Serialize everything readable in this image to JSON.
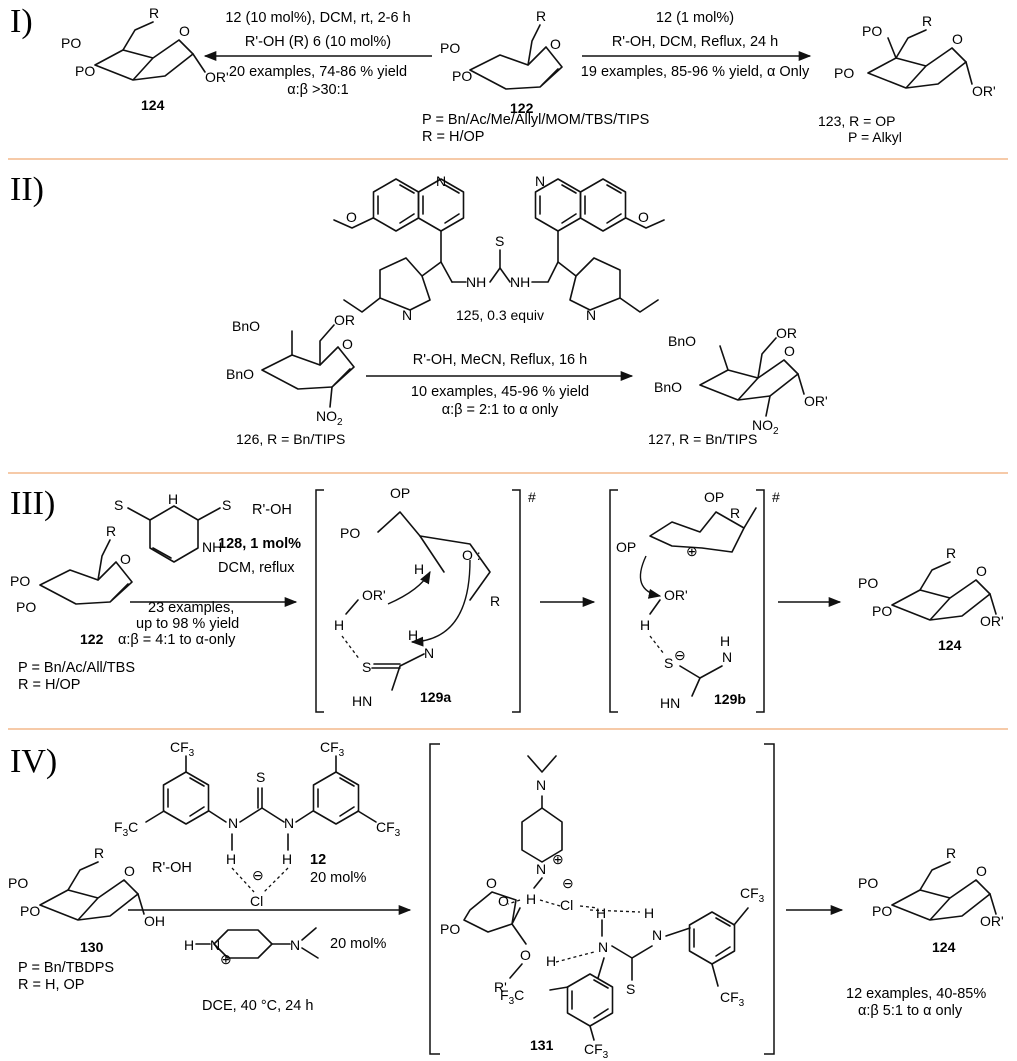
{
  "sections": {
    "s1": {
      "label": "I)",
      "left": {
        "line1": "12 (10 mol%), DCM, rt, 2-6 h",
        "line2": "R'-OH  (R) 6 (10 mol%)",
        "line3": "20 examples, 74-86 % yield",
        "line4": "α:β >30:1"
      },
      "right": {
        "line1": "12 (1 mol%)",
        "line2": "R'-OH, DCM, Reflux, 24 h",
        "line3": "19 examples, 85-96 % yield, α Only"
      },
      "glycal_id": "122",
      "glycal_note1": "P = Bn/Ac/Me/Allyl/MOM/TBS/TIPS",
      "glycal_note2": "R = H/OP",
      "product_left_id": "124",
      "product_right_id": "123, R = OP",
      "product_right_note": "P = Alkyl"
    },
    "s2": {
      "label": "II)",
      "catalyst": "125, 0.3 equiv",
      "cond1": "R'-OH, MeCN, Reflux, 16 h",
      "cond2": "10 examples, 45-96 % yield",
      "cond3": "α:β = 2:1 to α only",
      "start": "126, R = Bn/TIPS",
      "product": "127,  R = Bn/TIPS"
    },
    "s3": {
      "label": "III)",
      "r1": "R'-OH",
      "r2": "128, 1 mol%",
      "r3": "DCM, reflux",
      "r4": "23 examples,",
      "r5": "up to 98 % yield",
      "r6": "α:β = 4:1 to α-only",
      "glycal_id": "122",
      "note1": "P = Bn/Ac/All/TBS",
      "note2": "R = H/OP",
      "ts1": "129a",
      "ts2": "129b",
      "hash": "#",
      "product_id": "124"
    },
    "s4": {
      "label": "IV)",
      "reagent": "R'-OH",
      "cat_id": "12",
      "cat_load": "20 mol%",
      "dmap_load": "20 mol%",
      "cond": "DCE, 40 °C, 24 h",
      "start_id": "130",
      "note1": "P = Bn/TBDPS",
      "note2": "R = H, OP",
      "complex_id": "131",
      "product_id": "124",
      "res1": "12 examples, 40-85%",
      "res2": "α:β 5:1 to α only"
    }
  },
  "atoms": {
    "PO": "PO",
    "OP": "OP",
    "R": "R",
    "O": "O",
    "OR": "OR",
    "ORp": "OR'",
    "OH": "OH",
    "BnO": "BnO",
    "N": "N",
    "S": "S",
    "H": "H",
    "NH": "NH",
    "HN": "HN",
    "Cl": "Cl",
    "CF3": "CF3",
    "F3C": "F3C",
    "Rp": "R'",
    "NO2": "NO2",
    "minus": "⊖",
    "plus": "⊕"
  },
  "colors": {
    "divider": "#f3b98c",
    "ink": "#111111"
  }
}
